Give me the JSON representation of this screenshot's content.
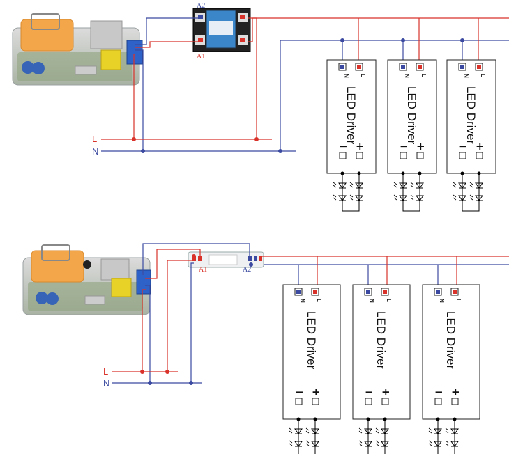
{
  "colors": {
    "line": "#d9322a",
    "neutral": "#3b4aa0",
    "wire_black": "#000000"
  },
  "bus_labels": {
    "line": "L",
    "neutral": "N"
  },
  "top": {
    "relay_labels": {
      "a1": "A1",
      "a2": "A2"
    },
    "drivers": [
      {
        "title": "LED Driver",
        "n": "N",
        "l": "L",
        "neg": "−",
        "pos": "+"
      },
      {
        "title": "LED Driver",
        "n": "N",
        "l": "L",
        "neg": "−",
        "pos": "+"
      },
      {
        "title": "LED Driver",
        "n": "N",
        "l": "L",
        "neg": "−",
        "pos": "+"
      }
    ]
  },
  "bottom": {
    "relay_labels": {
      "a1": "A1",
      "a2": "A2"
    },
    "drivers": [
      {
        "title": "LED Driver",
        "n": "N",
        "l": "L",
        "neg": "−",
        "pos": "+"
      },
      {
        "title": "LED Driver",
        "n": "N",
        "l": "L",
        "neg": "−",
        "pos": "+"
      },
      {
        "title": "LED Driver",
        "n": "N",
        "l": "L",
        "neg": "−",
        "pos": "+"
      }
    ]
  }
}
